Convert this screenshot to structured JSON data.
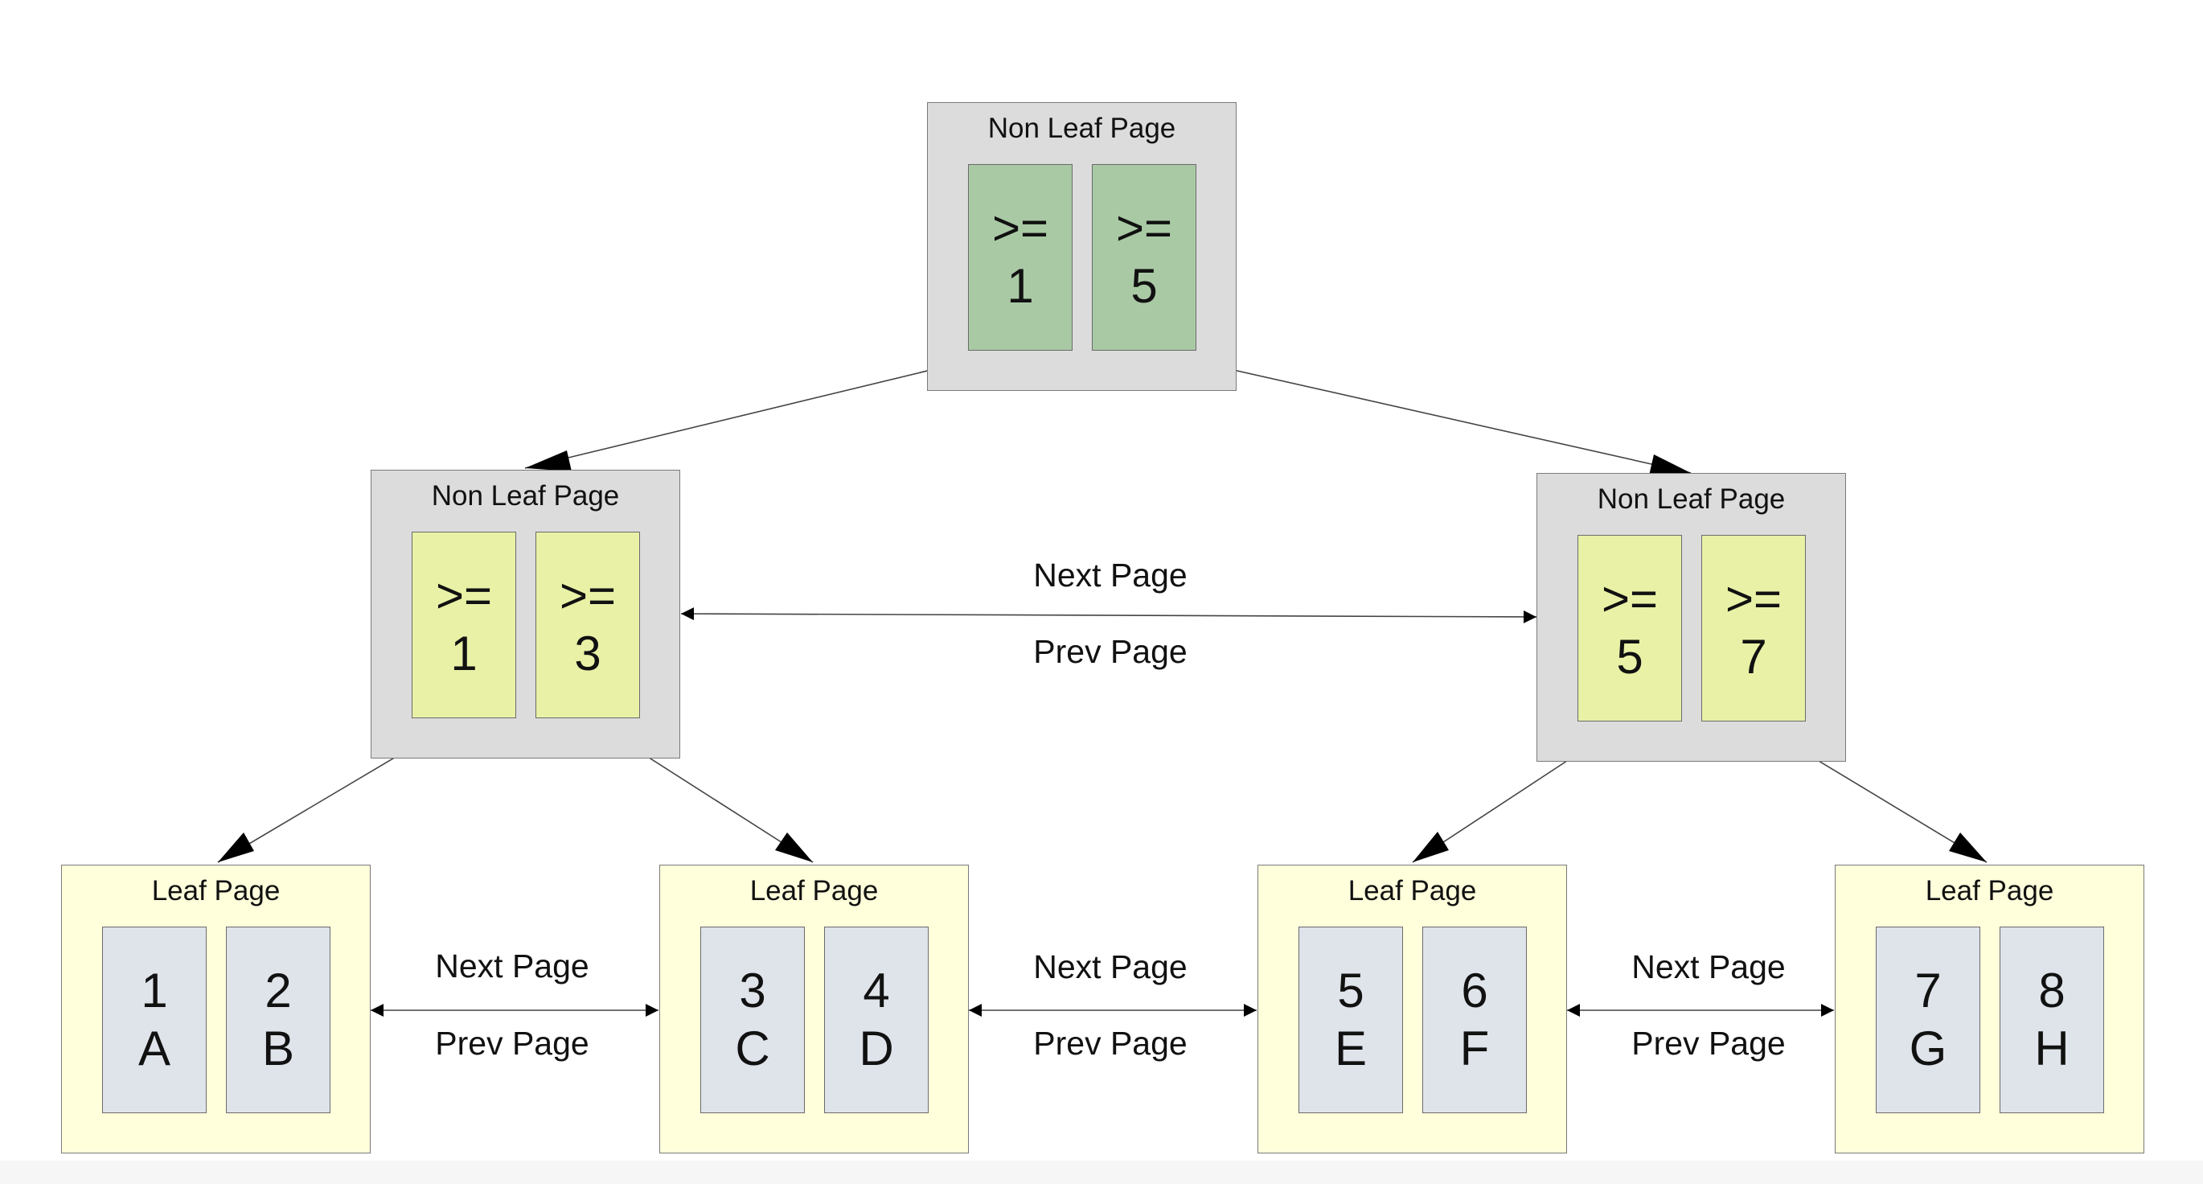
{
  "root": {
    "title": "Non Leaf Page",
    "keys": [
      {
        "op": ">=",
        "value": "1"
      },
      {
        "op": ">=",
        "value": "5"
      }
    ]
  },
  "left_internal": {
    "title": "Non Leaf Page",
    "keys": [
      {
        "op": ">=",
        "value": "1"
      },
      {
        "op": ">=",
        "value": "3"
      }
    ]
  },
  "right_internal": {
    "title": "Non Leaf Page",
    "keys": [
      {
        "op": ">=",
        "value": "5"
      },
      {
        "op": ">=",
        "value": "7"
      }
    ]
  },
  "leaves": [
    {
      "title": "Leaf Page",
      "records": [
        {
          "key": "1",
          "value": "A"
        },
        {
          "key": "2",
          "value": "B"
        }
      ]
    },
    {
      "title": "Leaf Page",
      "records": [
        {
          "key": "3",
          "value": "C"
        },
        {
          "key": "4",
          "value": "D"
        }
      ]
    },
    {
      "title": "Leaf Page",
      "records": [
        {
          "key": "5",
          "value": "E"
        },
        {
          "key": "6",
          "value": "F"
        }
      ]
    },
    {
      "title": "Leaf Page",
      "records": [
        {
          "key": "7",
          "value": "G"
        },
        {
          "key": "8",
          "value": "H"
        }
      ]
    }
  ],
  "links": {
    "next": "Next Page",
    "prev": "Prev Page"
  },
  "colors": {
    "nonleaf_page": "#dcdcdc",
    "leaf_page": "#ffffdc",
    "root_key": "#a9c9a5",
    "internal_key": "#e8f1a6",
    "leaf_record": "#dfe3ea"
  }
}
